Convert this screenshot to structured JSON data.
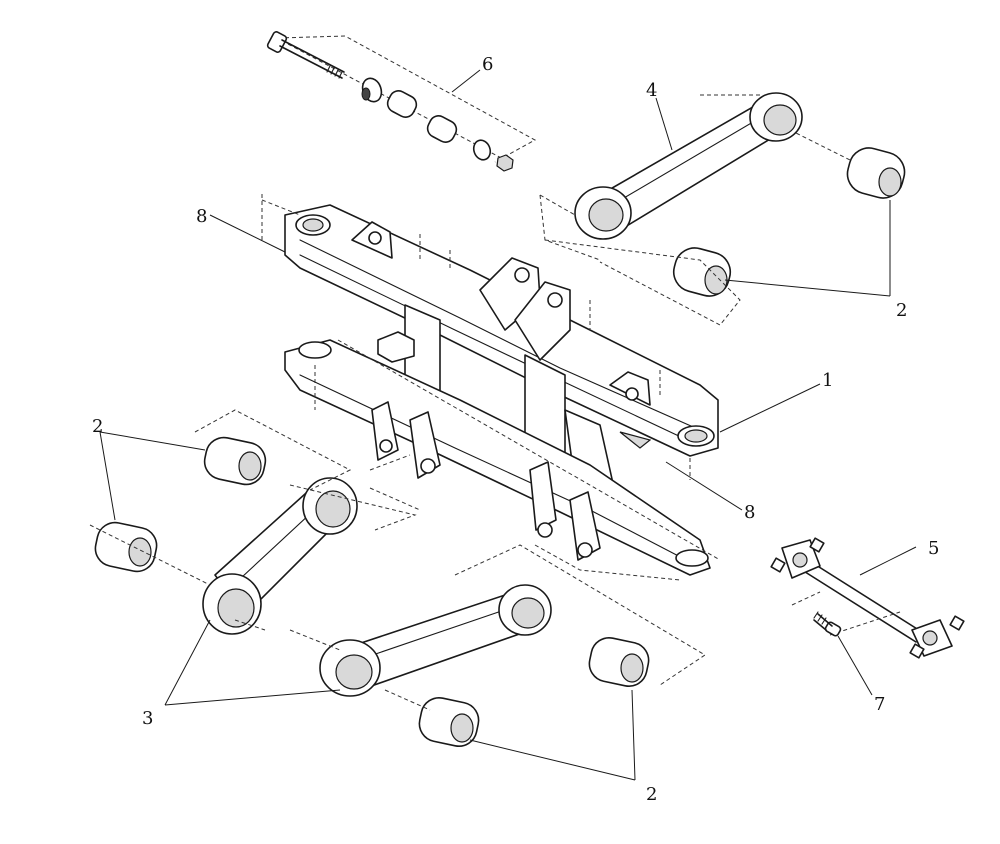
{
  "callouts": {
    "c1": "1",
    "c2a": "2",
    "c2b": "2",
    "c2c": "2",
    "c3": "3",
    "c4": "4",
    "c5": "5",
    "c6": "6",
    "c7": "7",
    "c8a": "8",
    "c8b": "8"
  },
  "colors": {
    "line": "#1a1a1a",
    "background": "#ffffff",
    "shade": "#d9d9d9"
  }
}
